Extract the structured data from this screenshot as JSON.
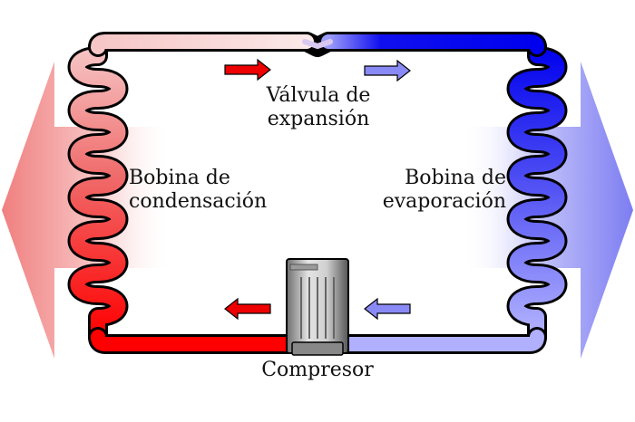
{
  "labels": {
    "expansion_valve_line1": "Válvula de",
    "expansion_valve_line2": "expansión",
    "condenser_line1": "Bobina de",
    "condenser_line2": "condensación",
    "evaporator_line1": "Bobina de",
    "evaporator_line2": "evaporación",
    "compressor": "Compresor"
  },
  "colors": {
    "hot": "#ff0000",
    "hot_light": "#f6b8b8",
    "cold": "#0000ee",
    "cold_light": "#aaaaff",
    "outline": "#000000"
  }
}
